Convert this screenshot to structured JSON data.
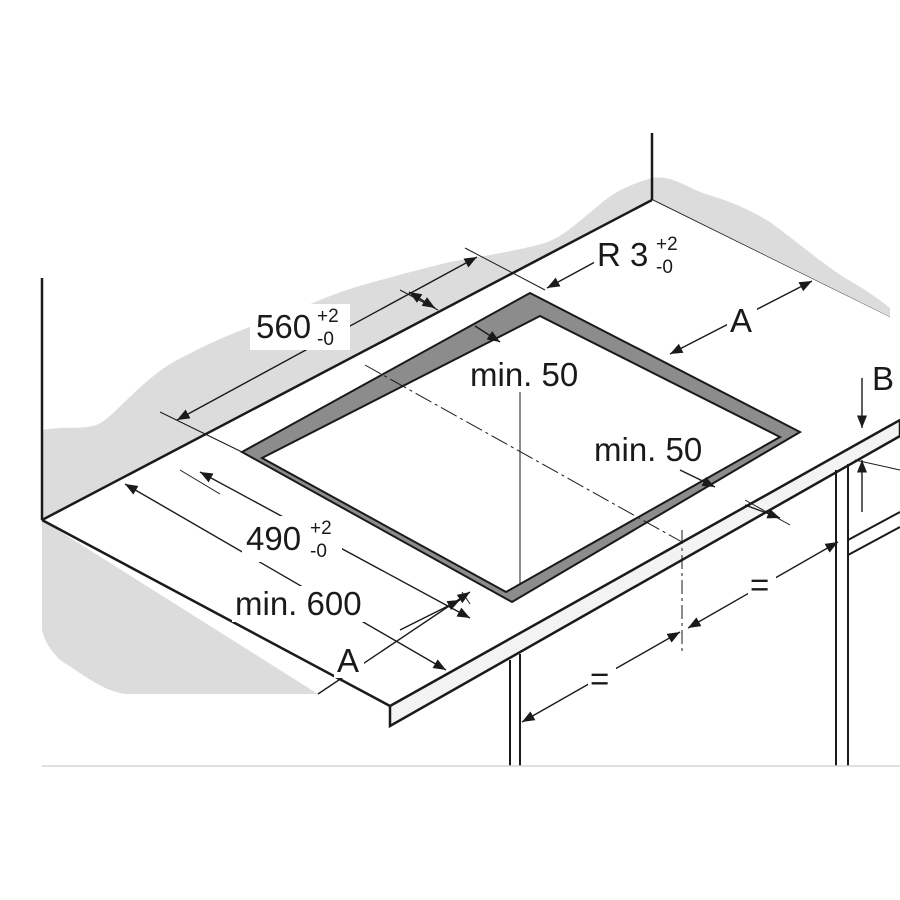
{
  "colors": {
    "wall_fill": "#dcdcdc",
    "cutout_rim": "#8c8c8c",
    "line": "#1a1a1a"
  },
  "labels": {
    "depth_value": "560",
    "depth_tol_plus": "+2",
    "depth_tol_minus": "-0",
    "radius_value": "R 3",
    "radius_tol_plus": "+2",
    "radius_tol_minus": "-0",
    "width_value": "490",
    "width_tol_plus": "+2",
    "width_tol_minus": "-0",
    "min_back": "min. 50",
    "min_side": "min. 50",
    "min_worktop": "min. 600",
    "dim_a_left": "A",
    "dim_a_right": "A",
    "dim_b": "B",
    "equal_left": "=",
    "equal_right": "="
  }
}
